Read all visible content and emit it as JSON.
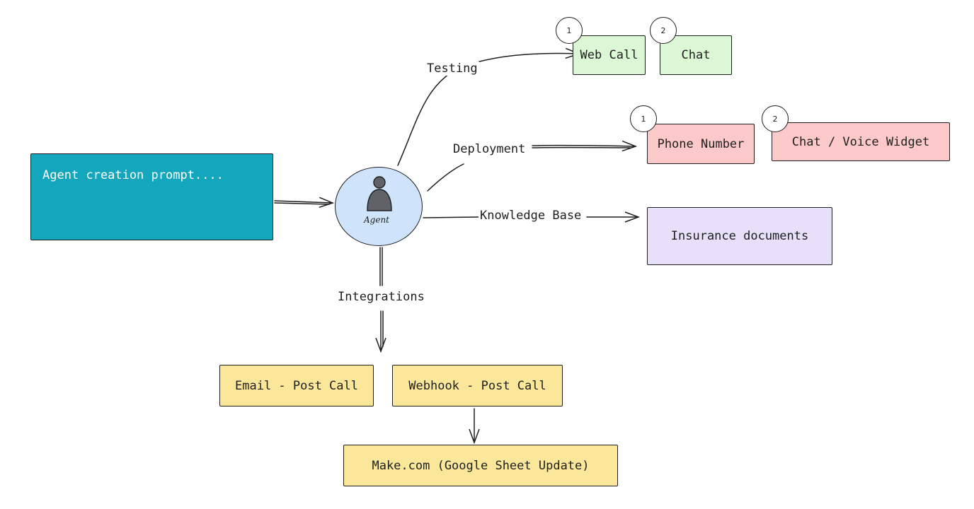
{
  "prompt_box": {
    "text": "Agent creation prompt...."
  },
  "agent": {
    "label": "Agent",
    "icon": "person-icon"
  },
  "edges": {
    "testing": "Testing",
    "deployment": "Deployment",
    "knowledge_base": "Knowledge Base",
    "integrations": "Integrations"
  },
  "testing_nodes": [
    {
      "badge": "1",
      "label": "Web Call"
    },
    {
      "badge": "2",
      "label": "Chat"
    }
  ],
  "deployment_nodes": [
    {
      "badge": "1",
      "label": "Phone Number"
    },
    {
      "badge": "2",
      "label": "Chat / Voice Widget"
    }
  ],
  "knowledge_node": {
    "label": "Insurance documents"
  },
  "integration_nodes": [
    {
      "label": "Email - Post Call"
    },
    {
      "label": "Webhook - Post Call"
    }
  ],
  "downstream_node": {
    "label": "Make.com (Google Sheet Update)"
  },
  "colors": {
    "teal": "#13a6bd",
    "green": "#dcf7d4",
    "pink": "#fbc9c9",
    "purple": "#e6e0fb",
    "yellow": "#fbe79a",
    "agent_blue": "#cfe4fb",
    "stroke": "#1e1e1e"
  }
}
